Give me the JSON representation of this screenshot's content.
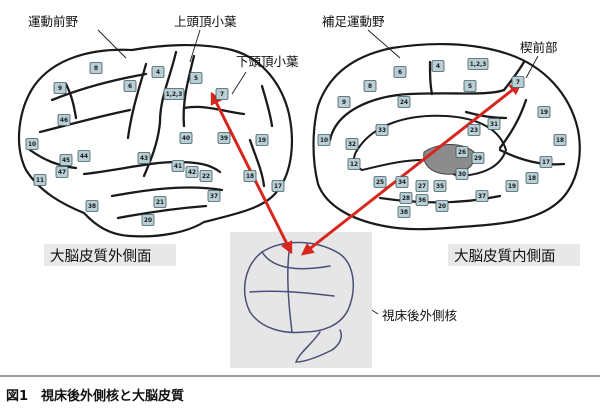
{
  "labels": {
    "premotor": "運動前野",
    "sup_parietal": "上頭頂小葉",
    "inf_parietal": "下頭頂小葉",
    "sma": "補足運動野",
    "precuneus": "楔前部",
    "lateral_panel": "大脳皮質外側面",
    "medial_panel": "大脳皮質内側面",
    "pulvinar": "視床後外側核",
    "figure_caption": "図1　視床後外側核と大脳皮質"
  },
  "lateral_areas": [
    "8",
    "4",
    "6",
    "5",
    "9",
    "7",
    "1,2,3",
    "46",
    "40",
    "10",
    "44",
    "45",
    "43",
    "39",
    "41",
    "42",
    "22",
    "11",
    "47",
    "18",
    "17",
    "38",
    "21",
    "37",
    "20",
    "19"
  ],
  "medial_areas": [
    "8",
    "6",
    "4",
    "1,2,3",
    "5",
    "7",
    "9",
    "24",
    "31",
    "10",
    "32",
    "33",
    "23",
    "19",
    "18",
    "17",
    "12",
    "25",
    "26",
    "29",
    "30",
    "34",
    "27",
    "35",
    "28",
    "36",
    "37",
    "19",
    "18",
    "20",
    "38"
  ],
  "colors": {
    "arrow": "#d7261e",
    "badge_fill": "#b9cfd6",
    "badge_stroke": "#3d5960",
    "brain_stroke": "#1a1a1a",
    "photo_bg": "#e6e6e6"
  }
}
